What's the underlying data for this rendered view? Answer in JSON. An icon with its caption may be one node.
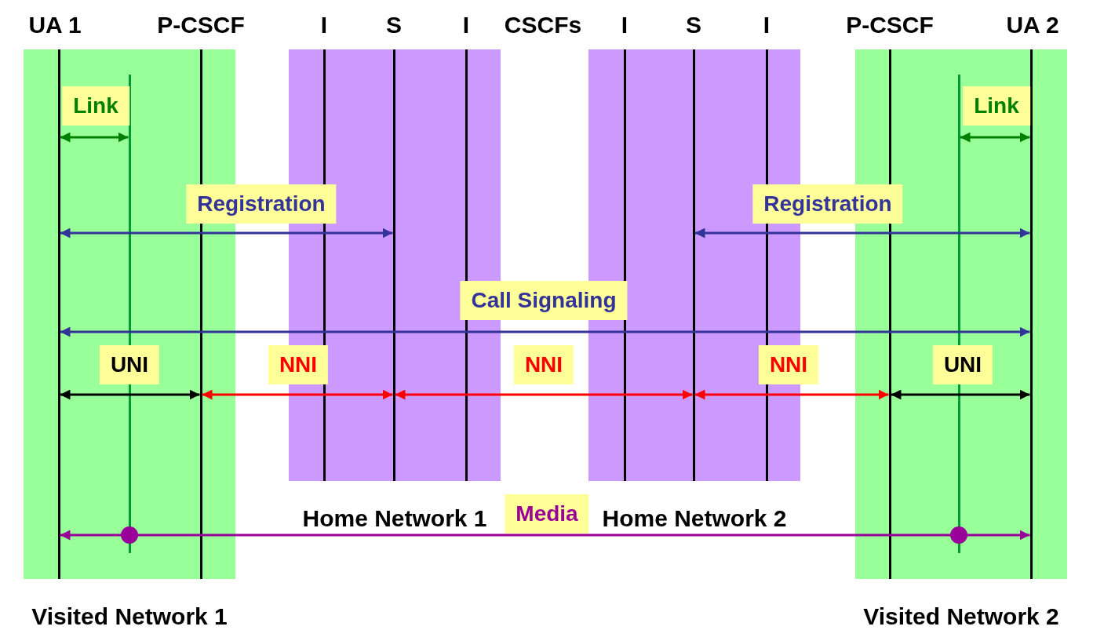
{
  "diagram": {
    "nodes": [
      {
        "text": [
          "Visited Network 1"
        ]
      },
      {
        "text": [
          "UA 1"
        ],
        "in": 0
      },
      {
        "text": [],
        "shape": "bar",
        "in": 0
      },
      {
        "text": [
          "P-CSCF"
        ],
        "in": 0
      },
      {
        "text": [
          "Home Network 1"
        ]
      },
      {
        "text": [
          "I"
        ],
        "in": 4
      },
      {
        "text": [
          "S"
        ],
        "in": 4
      },
      {
        "text": [
          "I"
        ],
        "in": 4
      },
      {
        "text": [
          "Home Network 2"
        ]
      },
      {
        "text": [
          "I"
        ],
        "in": 8
      },
      {
        "text": [
          "S"
        ],
        "in": 8
      },
      {
        "text": [
          "I"
        ],
        "in": 8
      },
      {
        "text": [
          "Visited Network 2"
        ]
      },
      {
        "text": [
          "P-CSCF"
        ],
        "in": 12
      },
      {
        "text": [],
        "shape": "bar",
        "in": 12
      },
      {
        "text": [
          "UA 2"
        ],
        "in": 12
      }
    ],
    "edges": [
      {
        "from": 1,
        "to": 2,
        "arrow": "both",
        "label": "Link",
        "color": "#008000"
      },
      {
        "from": 14,
        "to": 15,
        "arrow": "both",
        "label": "Link",
        "color": "#008000"
      },
      {
        "from": 1,
        "to": 6,
        "arrow": "both",
        "label": "Registration",
        "color": "#333399"
      },
      {
        "from": 10,
        "to": 15,
        "arrow": "both",
        "label": "Registration",
        "color": "#333399"
      },
      {
        "from": 1,
        "to": 15,
        "arrow": "both",
        "label": "Call Signaling",
        "color": "#333399"
      },
      {
        "from": 1,
        "to": 3,
        "arrow": "both",
        "label": "UNI",
        "color": "#000000"
      },
      {
        "from": 3,
        "to": 6,
        "arrow": "both",
        "label": "NNI",
        "color": "#ff0000"
      },
      {
        "from": 6,
        "to": 10,
        "arrow": "both",
        "label": "NNI",
        "color": "#ff0000"
      },
      {
        "from": 10,
        "to": 13,
        "arrow": "both",
        "label": "NNI",
        "color": "#ff0000"
      },
      {
        "from": 13,
        "to": 15,
        "arrow": "both",
        "label": "UNI",
        "color": "#000000"
      },
      {
        "from": 1,
        "to": 15,
        "arrow": "both",
        "label": "Media",
        "color": "#990099"
      }
    ],
    "labels": [
      "CSCFs"
    ]
  }
}
